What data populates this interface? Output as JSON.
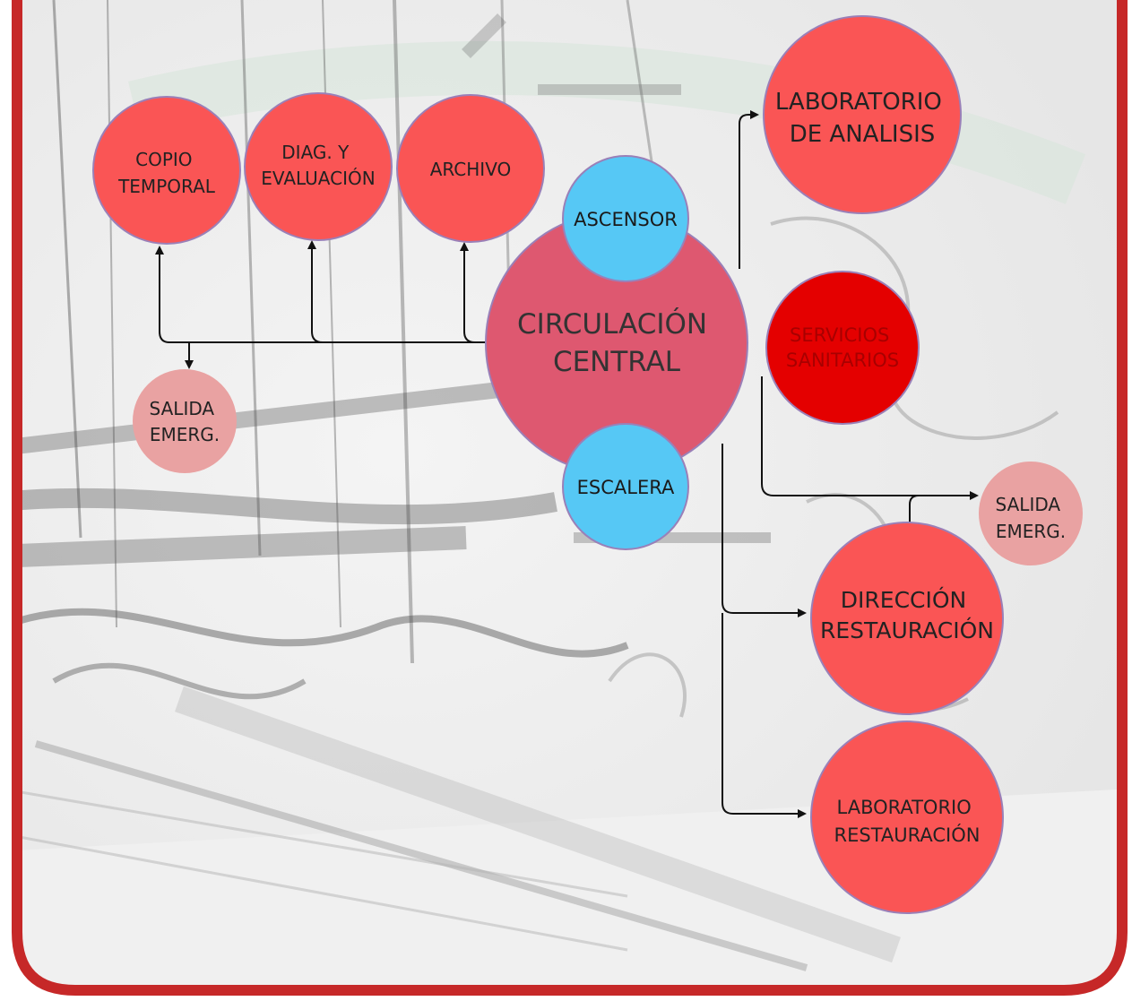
{
  "colors": {
    "frame": "#c62828",
    "room": "#fa5555",
    "room_dark": "#e40000",
    "central": "#de5870",
    "vertical": "#56c8f5",
    "exit": "#e9a2a2",
    "stroke": "#9a80b8",
    "arrow": "#111111"
  },
  "nodes": {
    "copio": {
      "lines": [
        "COPIO",
        "TEMPORAL"
      ]
    },
    "diag": {
      "lines": [
        "DIAG. Y",
        "EVALUACIÓN"
      ]
    },
    "archivo": {
      "lines": [
        "ARCHIVO"
      ]
    },
    "lab_analisis": {
      "lines": [
        "LABORATORIO",
        "DE ANALISIS"
      ]
    },
    "ascensor": {
      "lines": [
        "ASCENSOR"
      ]
    },
    "circulacion": {
      "lines": [
        "CIRCULACIÓN",
        "CENTRAL"
      ]
    },
    "servicios": {
      "lines": [
        "SERVICIOS",
        "SANITARIOS"
      ]
    },
    "escalera": {
      "lines": [
        "ESCALERA"
      ]
    },
    "salida_left": {
      "lines": [
        "SALIDA",
        "EMERG."
      ]
    },
    "salida_right": {
      "lines": [
        "SALIDA",
        "EMERG."
      ]
    },
    "direccion": {
      "lines": [
        "DIRECCIÓN",
        "RESTAURACIÓN"
      ]
    },
    "lab_restauracion": {
      "lines": [
        "LABORATORIO",
        "RESTAURACIÓN"
      ]
    }
  }
}
